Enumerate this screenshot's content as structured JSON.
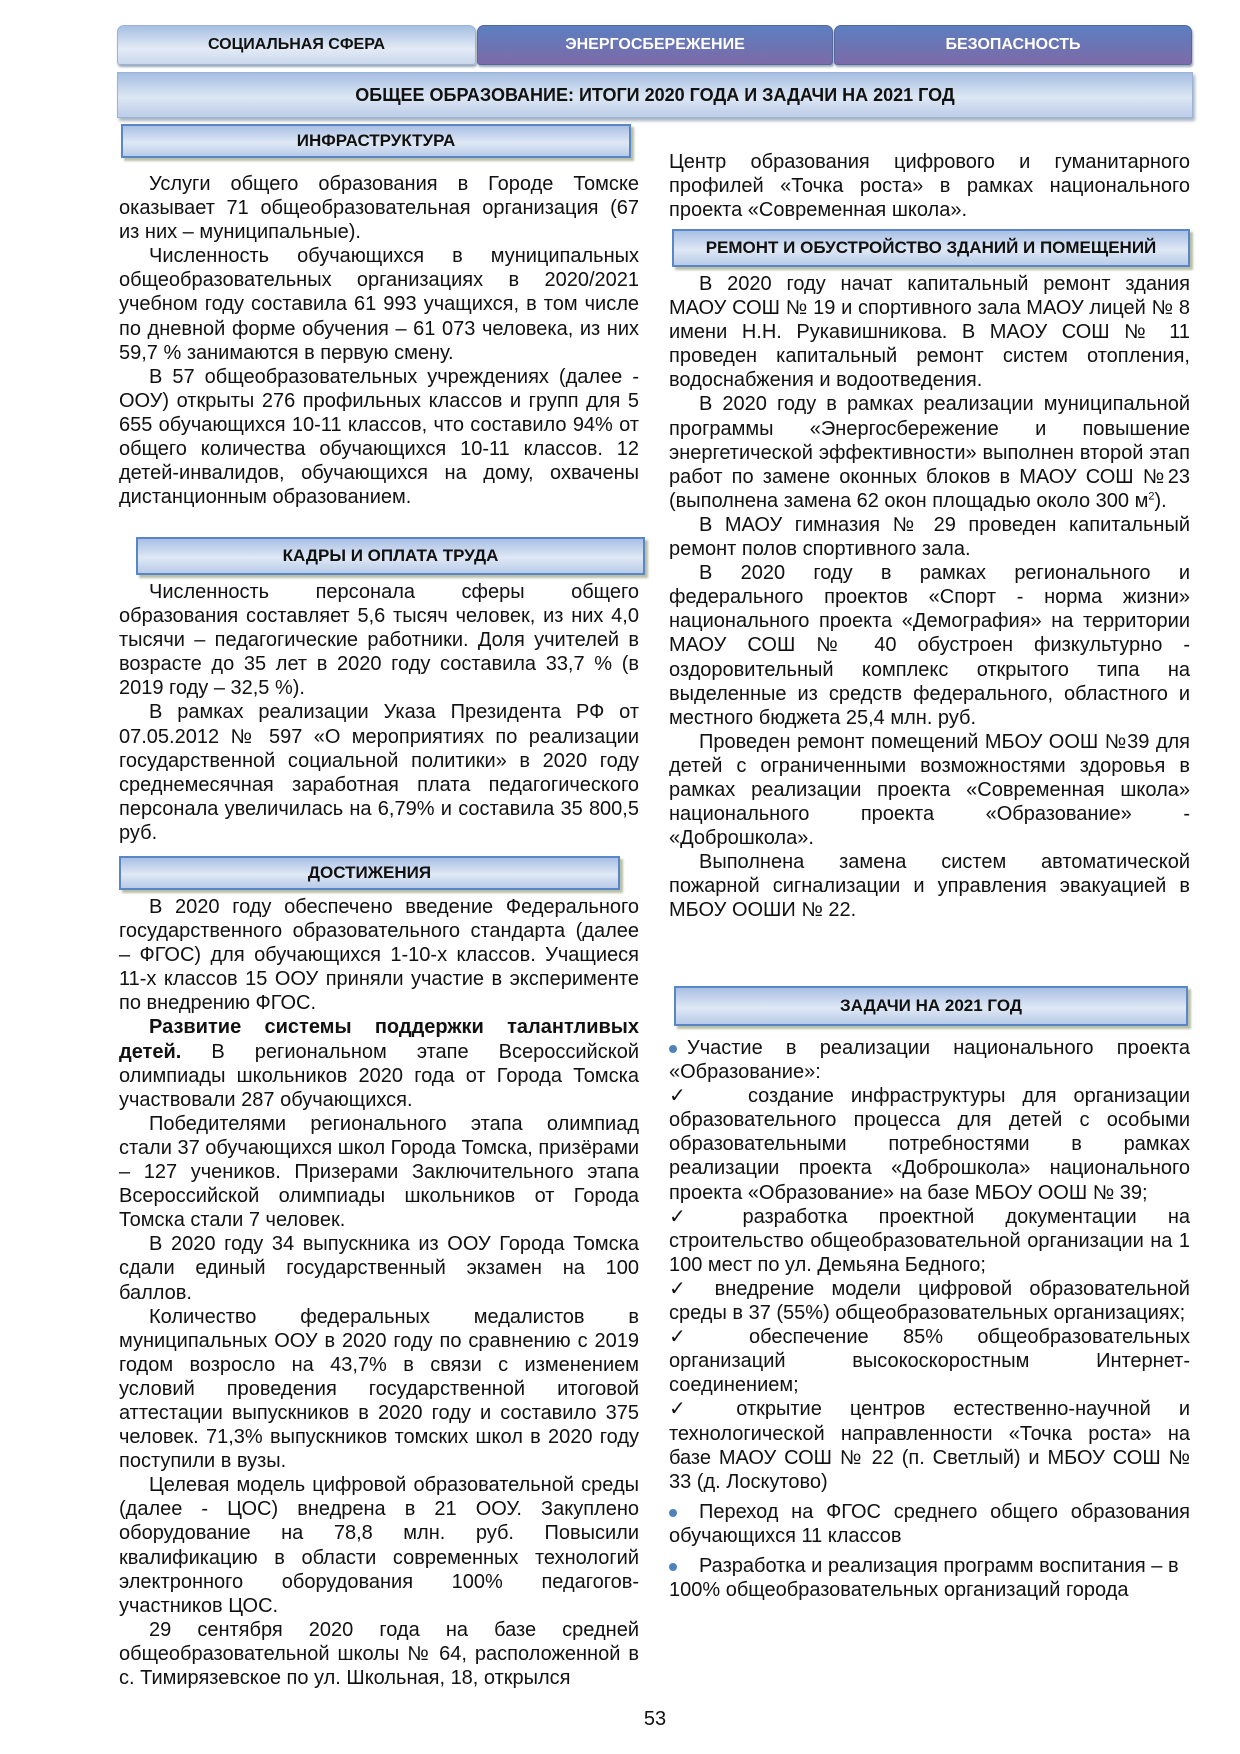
{
  "tabs": [
    "СОЦИАЛЬНАЯ СФЕРА",
    "ЭНЕРГОСБЕРЕЖЕНИЕ",
    "БЕЗОПАСНОСТЬ"
  ],
  "page_title": "ОБЩЕЕ ОБРАЗОВАНИЕ: ИТОГИ 2020 ГОДА И ЗАДАЧИ НА 2021 ГОД",
  "sections": {
    "infrastructure": {
      "heading": "ИНФРАСТРУКТУРА",
      "paragraphs": [
        "Услуги общего образования в Городе Томске оказывает 71 общеобразовательная организация (67 из них – муниципальные).",
        "Численность обучающихся в муниципальных общеобразовательных организациях в 2020/2021 учебном году составила 61 993 учащихся, в том числе по дневной форме обучения – 61 073 человека, из них 59,7 % занимаются в первую смену.",
        "В 57 общеобразовательных учреждениях (далее - ООУ) открыты 276 профильных классов и групп для 5 655 обучающихся 10-11 классов, что составило 94% от общего количества обучающихся 10-11 классов. 12 детей-инвалидов, обучающихся на дому, охвачены дистанционным образованием."
      ]
    },
    "staff": {
      "heading": "КАДРЫ И ОПЛАТА ТРУДА",
      "paragraphs": [
        "Численность персонала сферы общего образования составляет 5,6 тысяч человек, из них 4,0 тысячи – педагогические работники. Доля учителей в возрасте до 35 лет в 2020 году составила 33,7 % (в 2019 году – 32,5 %).",
        "В рамках реализации Указа Президента РФ от 07.05.2012 № 597 «О мероприятиях по реализации государственной социальной политики» в 2020 году среднемесячная заработная плата педагогического персонала увеличилась на 6,79% и составила 35 800,5 руб."
      ]
    },
    "achievements": {
      "heading": "ДОСТИЖЕНИЯ",
      "p1": "В 2020 году обеспечено введение Федерального государственного образовательного стандарта (далее – ФГОС) для обучающихся 1-10-х классов. Учащиеся 11-х классов 15 ООУ приняли участие в эксперименте по внедрению ФГОС.",
      "p2_bold": "Развитие системы поддержки талантливых детей.",
      "p2_rest": " В региональном этапе Всероссийской олимпиады школьников 2020 года от Города Томска участвовали 287 обучающихся.",
      "paragraphs": [
        "Победителями регионального этапа олимпиад стали 37 обучающихся школ Города Томска, призёрами – 127 учеников. Призерами Заключительного этапа Всероссийской олимпиады школьников от Города Томска стали 7 человек.",
        "В 2020 году 34 выпускника из ООУ Города Томска сдали единый государственный экзамен на 100 баллов.",
        "Количество федеральных медалистов в муниципальных ООУ в 2020 году по сравнению с 2019 годом возросло на 43,7% в связи с изменением условий проведения государственной итоговой аттестации выпускников в 2020 году и составило 375 человек. 71,3% выпускников томских школ в 2020 году поступили в вузы.",
        "Целевая модель цифровой образовательной среды (далее - ЦОС) внедрена в 21 ООУ. Закуплено оборудование на 78,8 млн. руб. Повысили квалификацию в области современных технологий электронного оборудования 100% педагогов-участников ЦОС.",
        "29 сентября 2020 года на базе средней общеобразовательной школы № 64, расположенной в с. Тимирязевское по ул. Школьная, 18, открылся"
      ],
      "continuation": "Центр образования цифрового и гуманитарного профилей «Точка роста» в рамках национального проекта «Современная школа»."
    },
    "repair": {
      "heading": "РЕМОНТ И ОБУСТРОЙСТВО ЗДАНИЙ И ПОМЕЩЕНИЙ",
      "p1": "В 2020 году начат капитальный ремонт здания МАОУ СОШ № 19 и спортивного зала МАОУ лицей № 8 имени Н.Н. Рукавишникова. В МАОУ СОШ № 11 проведен капитальный ремонт систем отопления, водоснабжения и водоотведения.",
      "p2_main": "В 2020 году в рамках реализации муниципальной программы «Энергосбережение и повышение энергетической эффективности» выполнен второй этап работ по замене оконных блоков в МАОУ СОШ №23 (выполнена замена 62 окон площадью около 300 м",
      "p2_sup": "2",
      "p2_end": ").",
      "paragraphs": [
        "В МАОУ гимназия № 29 проведен капитальный ремонт полов спортивного зала.",
        "В 2020 году в рамках регионального и федерального проектов «Спорт - норма жизни» национального проекта «Демография» на территории МАОУ СОШ № 40 обустроен физкультурно - оздоровительный комплекс открытого типа на выделенные из средств федерального, областного и местного бюджета 25,4 млн. руб.",
        "Проведен ремонт помещений МБОУ ООШ №39 для детей с ограниченными возможностями здоровья в рамках реализации проекта «Современная школа» национального проекта «Образование» - «Доброшкола».",
        "Выполнена замена систем автоматической пожарной сигнализации и управления эвакуацией в МБОУ ООШИ № 22."
      ]
    },
    "tasks": {
      "heading": "ЗАДАЧИ НА 2021 ГОД",
      "bullet1": "Участие в реализации национального проекта «Образование»:",
      "checks": [
        "создание инфраструктуры для организации образовательного процесса для детей с особыми образовательными потребностями в рамках реализации проекта «Доброшкола» национального проекта «Образование» на базе МБОУ ООШ № 39;",
        "разработка проектной документации на строительство общеобразовательной организации на 1 100 мест по ул. Демьяна Бедного;",
        "внедрение модели цифровой образовательной среды в 37 (55%) общеобразовательных организациях;",
        "обеспечение 85% общеобразовательных организаций высокоскоростным Интернет-соединением;",
        "открытие центров естественно-научной и технологической направленности «Точка роста» на базе МАОУ СОШ № 22 (п. Светлый) и МБОУ СОШ № 33 (д. Лоскутово)"
      ],
      "bullet2": "Переход на ФГОС среднего общего образования обучающихся 11 классов",
      "bullet3": "Разработка и реализация программ воспитания – в 100% общеобразовательных организаций города"
    }
  },
  "check_symbol": "✓",
  "page_number": "53",
  "colors": {
    "accent": "#4f81bd",
    "tab_inactive": "#6a74b4"
  }
}
